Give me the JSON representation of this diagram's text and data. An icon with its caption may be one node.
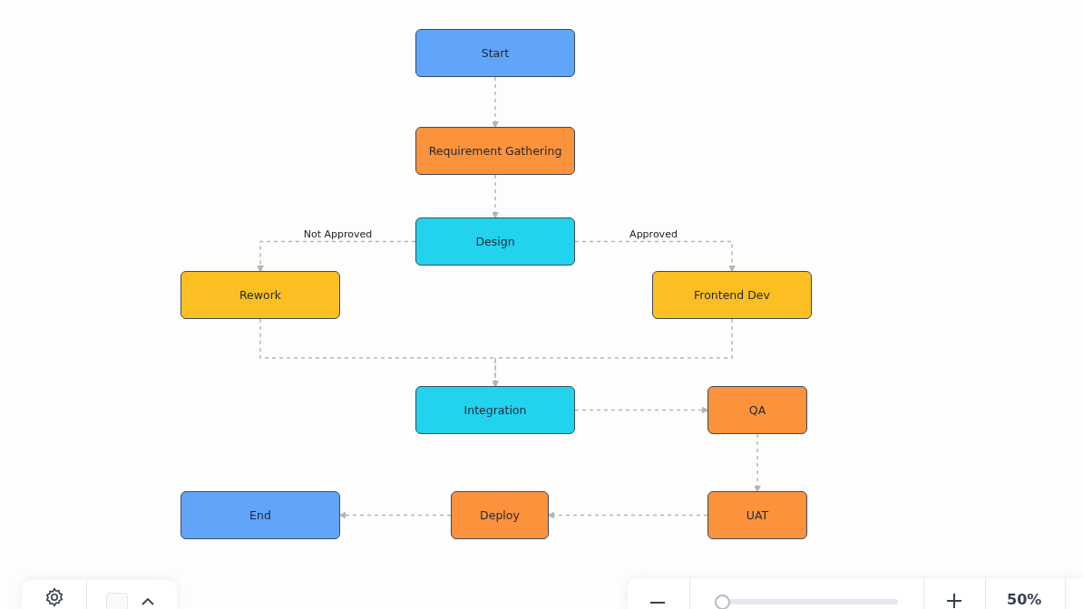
{
  "diagram": {
    "nodes": [
      {
        "text": [
          "Start"
        ]
      },
      {
        "text": [
          "Requirement Gathering"
        ]
      },
      {
        "text": [
          "Design"
        ]
      },
      {
        "text": [
          "Rework"
        ]
      },
      {
        "text": [
          "Frontend Dev"
        ]
      },
      {
        "text": [
          "Integration"
        ]
      },
      {
        "text": [
          "QA"
        ]
      },
      {
        "text": [
          "UAT"
        ]
      },
      {
        "text": [
          "Deploy"
        ]
      },
      {
        "text": [
          "End"
        ]
      }
    ],
    "edges": [
      {
        "from": 0,
        "to": 1,
        "arrow": "to",
        "style": "dashed"
      },
      {
        "from": 1,
        "to": 2,
        "arrow": "to",
        "style": "dashed"
      },
      {
        "from": 2,
        "to": 3,
        "arrow": "to",
        "style": "dashed",
        "label": "Not Approved"
      },
      {
        "from": 2,
        "to": 4,
        "arrow": "to",
        "style": "dashed",
        "label": "Approved"
      },
      {
        "from": 3,
        "to": 5,
        "arrow": "to",
        "style": "dashed"
      },
      {
        "from": 4,
        "to": 5,
        "arrow": "to",
        "style": "dashed"
      },
      {
        "from": 5,
        "to": 6,
        "arrow": "to",
        "style": "dashed"
      },
      {
        "from": 6,
        "to": 7,
        "arrow": "to",
        "style": "dashed"
      },
      {
        "from": 7,
        "to": 8,
        "arrow": "to",
        "style": "dashed"
      },
      {
        "from": 8,
        "to": 9,
        "arrow": "to",
        "style": "dashed"
      }
    ],
    "labels": [
      "50%"
    ]
  }
}
